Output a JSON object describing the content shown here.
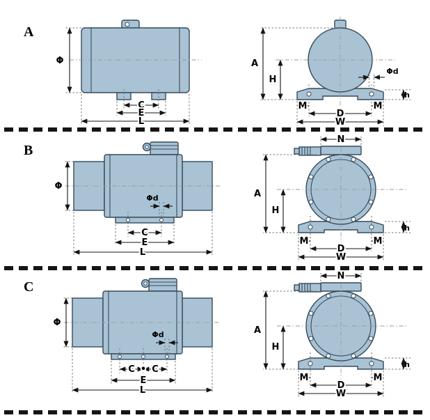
{
  "colors": {
    "bg": "#ffffff",
    "body_fill": "#a9c3d5",
    "body_stroke": "#35495c",
    "dim": "#141414",
    "ext": "#777777"
  },
  "sections": {
    "A": {
      "label": "A",
      "side": {
        "phi": "Φ",
        "c": "C",
        "e": "E",
        "l": "L"
      },
      "end": {
        "a": "A",
        "H": "H",
        "phid": "Φd",
        "h": "h",
        "m_left": "M",
        "m_right": "M",
        "d": "D",
        "w": "W"
      }
    },
    "B": {
      "label": "B",
      "side": {
        "phi": "Φ",
        "phid": "Φd",
        "c": "C",
        "e": "E",
        "l": "L"
      },
      "end": {
        "n": "N",
        "a": "A",
        "H": "H",
        "h": "h",
        "m_left": "M",
        "m_right": "M",
        "d": "D",
        "w": "W"
      }
    },
    "C": {
      "label": "C",
      "side": {
        "phi": "Φ",
        "phid": "Φd",
        "c_left": "C",
        "dot": "•",
        "c_right": "C",
        "e": "E",
        "l": "L"
      },
      "end": {
        "n": "N",
        "a": "A",
        "H": "H",
        "h": "h",
        "m_left": "M",
        "m_right": "M",
        "d": "D",
        "w": "W"
      }
    }
  }
}
